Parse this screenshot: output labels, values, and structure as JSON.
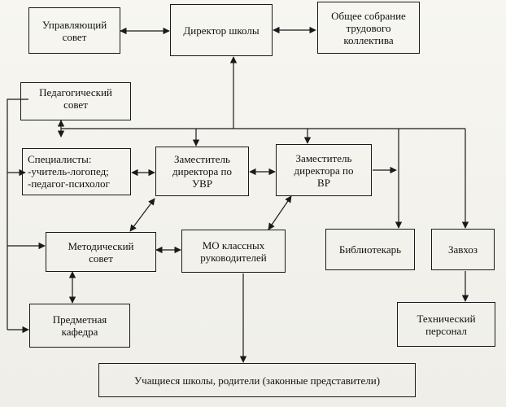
{
  "nodes": {
    "council": {
      "lines": [
        "Управляющий",
        "совет"
      ]
    },
    "director": {
      "lines": [
        "Директор школы"
      ]
    },
    "assembly": {
      "lines": [
        "Общее собрание",
        "трудового",
        "коллектива"
      ]
    },
    "ped_council": {
      "lines": [
        "Педагогический",
        "совет"
      ]
    },
    "specialists": {
      "lines": [
        "Специалисты:",
        "-учитель-логопед;",
        "-педагог-психолог"
      ]
    },
    "deputy_uvr": {
      "lines": [
        "Заместитель",
        "директора по",
        "УВР"
      ]
    },
    "deputy_vr": {
      "lines": [
        "Заместитель",
        "директора по",
        "ВР"
      ]
    },
    "method_council": {
      "lines": [
        "Методический",
        "совет"
      ]
    },
    "mo_class": {
      "lines": [
        "МО классных",
        "руководителей"
      ]
    },
    "librarian": {
      "lines": [
        "Библиотекарь"
      ]
    },
    "supply_manager": {
      "lines": [
        "Завхоз"
      ]
    },
    "subject_dept": {
      "lines": [
        "Предметная",
        "кафедра"
      ]
    },
    "tech_staff": {
      "lines": [
        "Технический",
        "персонал"
      ]
    },
    "students": {
      "lines": [
        "Учащиеся школы, родители (законные представители)"
      ]
    }
  }
}
